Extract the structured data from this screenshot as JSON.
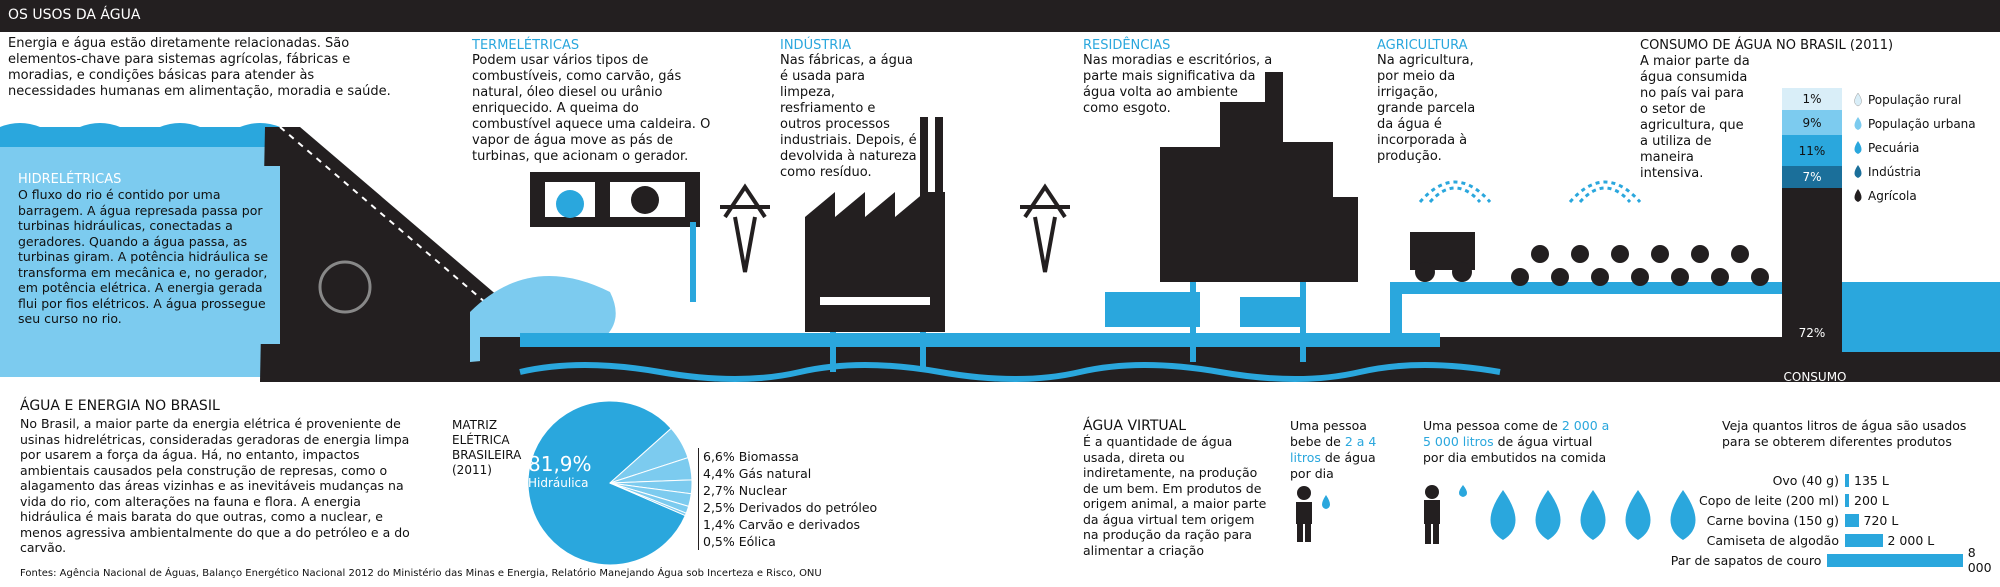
{
  "header": {
    "title": "OS USOS DA ÁGUA"
  },
  "intro": {
    "text": "Energia e água estão diretamente relacionadas. São elementos-chave para sistemas agrícolas, fábricas e moradias, e condições básicas para atender às necessidades humanas em alimentação, moradia e saúde."
  },
  "sections": {
    "hidreletricas": {
      "title": "HIDRELÉTRICAS",
      "text": "O fluxo do rio é contido por uma barragem. A água represada passa por turbinas hidráulicas, conectadas a geradores. Quando a água passa, as turbinas giram. A potência hidráulica se transforma em mecânica e, no gerador, em potência elétrica. A energia gerada flui por fios elétricos. A água prossegue seu curso no rio."
    },
    "termeletricas": {
      "title": "TERMELÉTRICAS",
      "text": "Podem usar vários tipos de combustíveis, como carvão, gás natural, óleo diesel ou urânio enriquecido. A queima do combustível aquece uma caldeira. O vapor de água move as pás de turbinas, que acionam o gerador."
    },
    "industria": {
      "title": "INDÚSTRIA",
      "text": "Nas fábricas, a água é usada para limpeza, resfriamento e outros processos industriais. Depois, é devolvida à natureza como resíduo."
    },
    "residencias": {
      "title": "RESIDÊNCIAS",
      "text": "Nas moradias e escritórios, a parte mais significativa da água volta ao ambiente como esgoto."
    },
    "agricultura": {
      "title": "AGRICULTURA",
      "text": "Na agricultura, por meio da irrigação, grande parcela da água é incorporada à produção."
    },
    "consumo": {
      "title": "CONSUMO DE ÁGUA NO BRASIL (2011)",
      "text": "A maior parte da água consumida no país vai para o setor de agricultura, que a utiliza de maneira intensiva."
    }
  },
  "consumo_chart": {
    "segments": [
      {
        "label": "1%",
        "name": "População rural",
        "value": 1,
        "color": "#d9eef8"
      },
      {
        "label": "9%",
        "name": "População urbana",
        "value": 9,
        "color": "#7ccbef"
      },
      {
        "label": "11%",
        "name": "Pecuária",
        "value": 11,
        "color": "#2aa7dd"
      },
      {
        "label": "7%",
        "name": "Indústria",
        "value": 7,
        "color": "#1b6f9a"
      },
      {
        "label": "72%",
        "name": "Agrícola",
        "value": 72,
        "color": "#231f20"
      }
    ],
    "bottom_label": "CONSUMO"
  },
  "energia": {
    "title": "ÁGUA E ENERGIA NO BRASIL",
    "text": "No Brasil, a maior parte da energia elétrica é proveniente de usinas hidrelétricas, consideradas geradoras de energia limpa por usarem a força da água. Há, no entanto, impactos ambientais causados pela construção de represas, como o alagamento das áreas vizinhas e as inevitáveis mudanças na vida do rio, com alterações na fauna e flora. A energia hidráulica é mais barata do que outras, como a nuclear, e menos agressiva ambientalmente do que a do petróleo e a do carvão."
  },
  "matriz": {
    "title_lines": [
      "MATRIZ",
      "ELÉTRICA",
      "BRASILEIRA",
      "(2011)"
    ],
    "main_value": "81,9%",
    "main_label": "Hidráulica",
    "others": [
      {
        "label": "6,6% Biomassa",
        "value": 6.6
      },
      {
        "label": "4,4% Gás natural",
        "value": 4.4
      },
      {
        "label": "2,7% Nuclear",
        "value": 2.7
      },
      {
        "label": "2,5% Derivados do petróleo",
        "value": 2.5
      },
      {
        "label": "1,4% Carvão e derivados",
        "value": 1.4
      },
      {
        "label": "0,5% Eólica",
        "value": 0.5
      }
    ]
  },
  "virtual": {
    "title": "ÁGUA VIRTUAL",
    "text": "É a quantidade de água usada, direta ou indiretamente, na produção de um bem. Em produtos de origem animal, a maior parte da água virtual tem origem na produção da ração para alimentar a criação",
    "bebe": {
      "pre": "Uma pessoa bebe de",
      "highlight": "2 a 4 litros",
      "post": "de água por dia"
    },
    "come": {
      "pre": "Uma pessoa come de",
      "highlight": "2 000 a 5 000 litros",
      "post": "de água virtual por dia embutidos na comida"
    }
  },
  "produtos": {
    "title": "Veja quantos litros de água são usados para se obterem diferentes produtos",
    "items": [
      {
        "name": "Ovo (40 g)",
        "value": 135,
        "label": "135 L"
      },
      {
        "name": "Copo de leite (200 ml)",
        "value": 200,
        "label": "200 L"
      },
      {
        "name": "Carne bovina (150 g)",
        "value": 720,
        "label": "720 L"
      },
      {
        "name": "Camiseta de algodão",
        "value": 2000,
        "label": "2 000 L"
      },
      {
        "name": "Par de sapatos de couro",
        "value": 8000,
        "label": "8 000"
      }
    ]
  },
  "fontes": "Fontes: Agência Nacional de Águas, Balanço Energético Nacional  2012 do Ministério das Minas e Energia, Relatório Manejando Água sob Incerteza e Risco, ONU"
}
